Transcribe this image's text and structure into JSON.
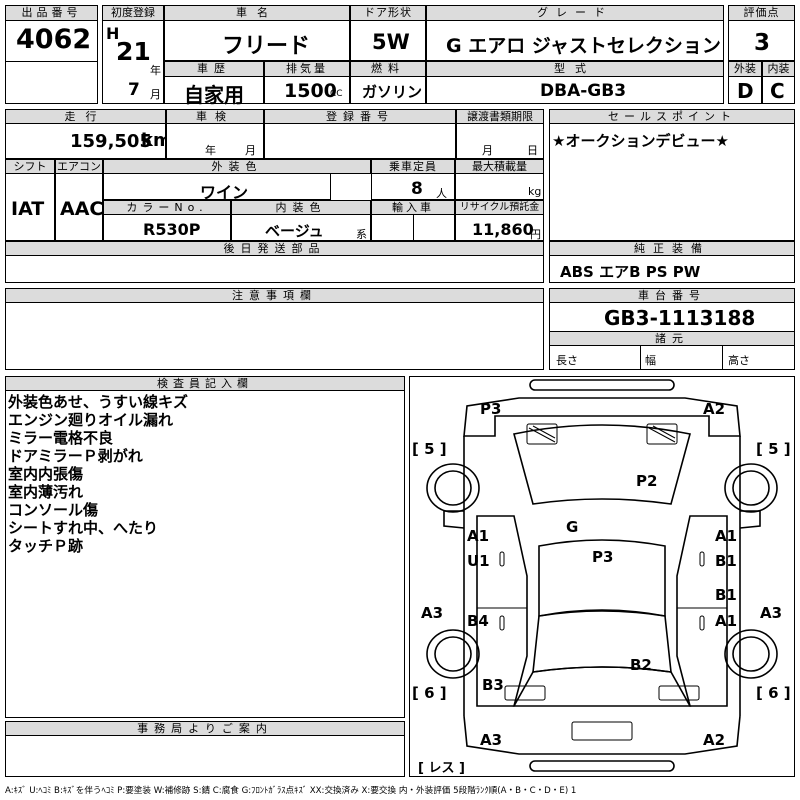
{
  "header_row1": {
    "lot_label": "出品番号",
    "lot_no": "4062",
    "first_reg_label": "初度登録",
    "era": "H",
    "year": "21",
    "year_unit": "年",
    "month": "7",
    "month_unit": "月",
    "car_name_label": "車名",
    "car_name": "フリード",
    "door_label": "ドア形状",
    "door": "5W",
    "grade_label": "グレード",
    "grade": "G エアロ ジャストセレクション",
    "score_label": "評価点",
    "score": "3",
    "history_label": "車歴",
    "history": "自家用",
    "displacement_label": "排気量",
    "displacement": "1500",
    "cc": "CC",
    "fuel_label": "燃料",
    "fuel": "ガソリン",
    "model_label": "型式",
    "model": "DBA-GB3",
    "exterior_label": "外装",
    "exterior": "D",
    "interior_label": "内装",
    "interior": "C"
  },
  "row2": {
    "mileage_label": "走行",
    "mileage": "159,505",
    "km": "km",
    "inspection_label": "車検",
    "insp_year": "年",
    "insp_month": "月",
    "reg_no_label": "登録番号",
    "transfer_label": "譲渡書類期限",
    "transfer_month": "月",
    "transfer_day": "日",
    "shift_label": "シフト",
    "shift": "IAT",
    "ac_label": "エアコン",
    "ac": "AAC",
    "color_label": "外装色",
    "color": "ワイン",
    "capacity_label": "乗車定員",
    "capacity": "8",
    "capacity_unit": "人",
    "load_label": "最大積載量",
    "load_unit": "kg",
    "color_no_label": "カラーNo.",
    "color_no": "R530P",
    "interior_color_label": "内装色",
    "interior_color": "ベージュ",
    "interior_color_suffix": "系",
    "import_label": "輸入車",
    "recycle_label": "リサイクル預託金",
    "recycle": "11,860",
    "yen": "円",
    "later_parts_label": "後日発送部品"
  },
  "sales_point": {
    "label": "セールスポイント",
    "text": "★オークションデビュー★"
  },
  "equipment": {
    "label": "純正装備",
    "text": "ABS エアB PS PW"
  },
  "notes": {
    "label": "注意事項欄"
  },
  "chassis": {
    "label": "車台番号",
    "number": "GB3-1113188",
    "spec_label": "諸元",
    "length": "長さ",
    "width": "幅",
    "height": "高さ"
  },
  "inspector": {
    "label": "検査員記入欄",
    "lines": [
      "外装色あせ、うすい線キズ",
      "エンジン廻りオイル漏れ",
      "ミラー電格不良",
      "ドアミラーＰ剥がれ",
      "室内内張傷",
      "室内薄汚れ",
      "コンソール傷",
      "シートすれ中、へたり",
      "タッチＰ跡"
    ]
  },
  "office": {
    "label": "事務局よりご案内"
  },
  "diagram": {
    "marks": {
      "p3_top": "P3",
      "a2_top": "A2",
      "p2": "P2",
      "g": "G",
      "p3_roof": "P3",
      "a1_left": "A1",
      "u1_left": "U1",
      "a1_right": "A1",
      "b1_right": "B1",
      "b1_right2": "B1",
      "a1_right2": "A1",
      "a3_left": "A3",
      "b4_left": "B4",
      "a3_right": "A3",
      "b2": "B2",
      "b3": "B3",
      "a3_bottom": "A3",
      "a2_bottom": "A2"
    },
    "wheel_fl": "[ 5 ]",
    "wheel_fr": "[ 5 ]",
    "wheel_rl": "[ 6 ]",
    "wheel_rr": "[ 6 ]",
    "spare": "[ レス ]"
  },
  "legend": "A:ｷｽﾞ U:ﾍｺﾐ B:ｷｽﾞを伴うﾍｺﾐ P:要塗装 W:補修跡 S:錆 C:腐食 G:ﾌﾛﾝﾄｶﾞﾗｽ点ｷｽﾞ XX:交換済み X:要交換 内・外装評価 5段階ﾗﾝｸ順(A・B・C・D・E) 1"
}
